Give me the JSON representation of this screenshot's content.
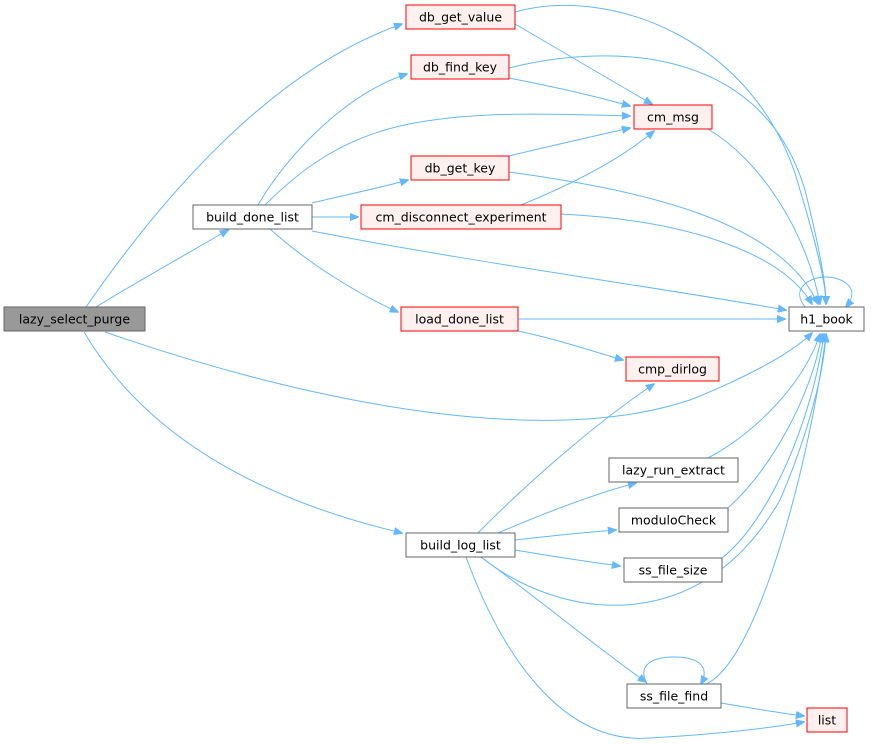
{
  "colors": {
    "edge": "#63b8ff",
    "root_fill": "#999999",
    "root_border": "#666666",
    "normal_fill": "#ffffff",
    "normal_border": "#666666",
    "truncated_fill": "#fff0f0",
    "truncated_border": "#ff0000"
  },
  "nodes": [
    {
      "id": "lazy_select_purge",
      "label": "lazy_select_purge",
      "style": "root"
    },
    {
      "id": "build_done_list",
      "label": "build_done_list",
      "style": "normal"
    },
    {
      "id": "build_log_list",
      "label": "build_log_list",
      "style": "normal"
    },
    {
      "id": "db_get_value",
      "label": "db_get_value",
      "style": "truncated"
    },
    {
      "id": "db_find_key",
      "label": "db_find_key",
      "style": "truncated"
    },
    {
      "id": "cm_msg",
      "label": "cm_msg",
      "style": "truncated"
    },
    {
      "id": "db_get_key",
      "label": "db_get_key",
      "style": "truncated"
    },
    {
      "id": "cm_disconnect_experiment",
      "label": "cm_disconnect_experiment",
      "style": "truncated"
    },
    {
      "id": "load_done_list",
      "label": "load_done_list",
      "style": "truncated"
    },
    {
      "id": "h1_book",
      "label": "h1_book",
      "style": "normal"
    },
    {
      "id": "cmp_dirlog",
      "label": "cmp_dirlog",
      "style": "truncated"
    },
    {
      "id": "lazy_run_extract",
      "label": "lazy_run_extract",
      "style": "normal"
    },
    {
      "id": "moduloCheck",
      "label": "moduloCheck",
      "style": "normal"
    },
    {
      "id": "ss_file_size",
      "label": "ss_file_size",
      "style": "normal"
    },
    {
      "id": "ss_file_find",
      "label": "ss_file_find",
      "style": "normal"
    },
    {
      "id": "list",
      "label": "list",
      "style": "truncated"
    }
  ],
  "edges": [
    {
      "from": "lazy_select_purge",
      "to": "db_get_value"
    },
    {
      "from": "lazy_select_purge",
      "to": "build_done_list"
    },
    {
      "from": "lazy_select_purge",
      "to": "h1_book"
    },
    {
      "from": "lazy_select_purge",
      "to": "build_log_list"
    },
    {
      "from": "build_done_list",
      "to": "db_find_key"
    },
    {
      "from": "build_done_list",
      "to": "cm_msg"
    },
    {
      "from": "build_done_list",
      "to": "db_get_key"
    },
    {
      "from": "build_done_list",
      "to": "cm_disconnect_experiment"
    },
    {
      "from": "build_done_list",
      "to": "h1_book"
    },
    {
      "from": "build_done_list",
      "to": "load_done_list"
    },
    {
      "from": "db_get_value",
      "to": "cm_msg"
    },
    {
      "from": "db_get_value",
      "to": "h1_book"
    },
    {
      "from": "db_find_key",
      "to": "cm_msg"
    },
    {
      "from": "db_find_key",
      "to": "h1_book"
    },
    {
      "from": "db_get_key",
      "to": "cm_msg"
    },
    {
      "from": "db_get_key",
      "to": "h1_book"
    },
    {
      "from": "cm_disconnect_experiment",
      "to": "cm_msg"
    },
    {
      "from": "cm_disconnect_experiment",
      "to": "h1_book"
    },
    {
      "from": "cm_msg",
      "to": "h1_book"
    },
    {
      "from": "h1_book",
      "to": "h1_book"
    },
    {
      "from": "load_done_list",
      "to": "h1_book"
    },
    {
      "from": "load_done_list",
      "to": "cmp_dirlog"
    },
    {
      "from": "build_log_list",
      "to": "cmp_dirlog"
    },
    {
      "from": "build_log_list",
      "to": "lazy_run_extract"
    },
    {
      "from": "build_log_list",
      "to": "moduloCheck"
    },
    {
      "from": "build_log_list",
      "to": "ss_file_size"
    },
    {
      "from": "build_log_list",
      "to": "h1_book"
    },
    {
      "from": "build_log_list",
      "to": "ss_file_find"
    },
    {
      "from": "build_log_list",
      "to": "list"
    },
    {
      "from": "lazy_run_extract",
      "to": "h1_book"
    },
    {
      "from": "moduloCheck",
      "to": "h1_book"
    },
    {
      "from": "ss_file_size",
      "to": "h1_book"
    },
    {
      "from": "ss_file_find",
      "to": "ss_file_find"
    },
    {
      "from": "ss_file_find",
      "to": "h1_book"
    },
    {
      "from": "ss_file_find",
      "to": "list"
    }
  ]
}
